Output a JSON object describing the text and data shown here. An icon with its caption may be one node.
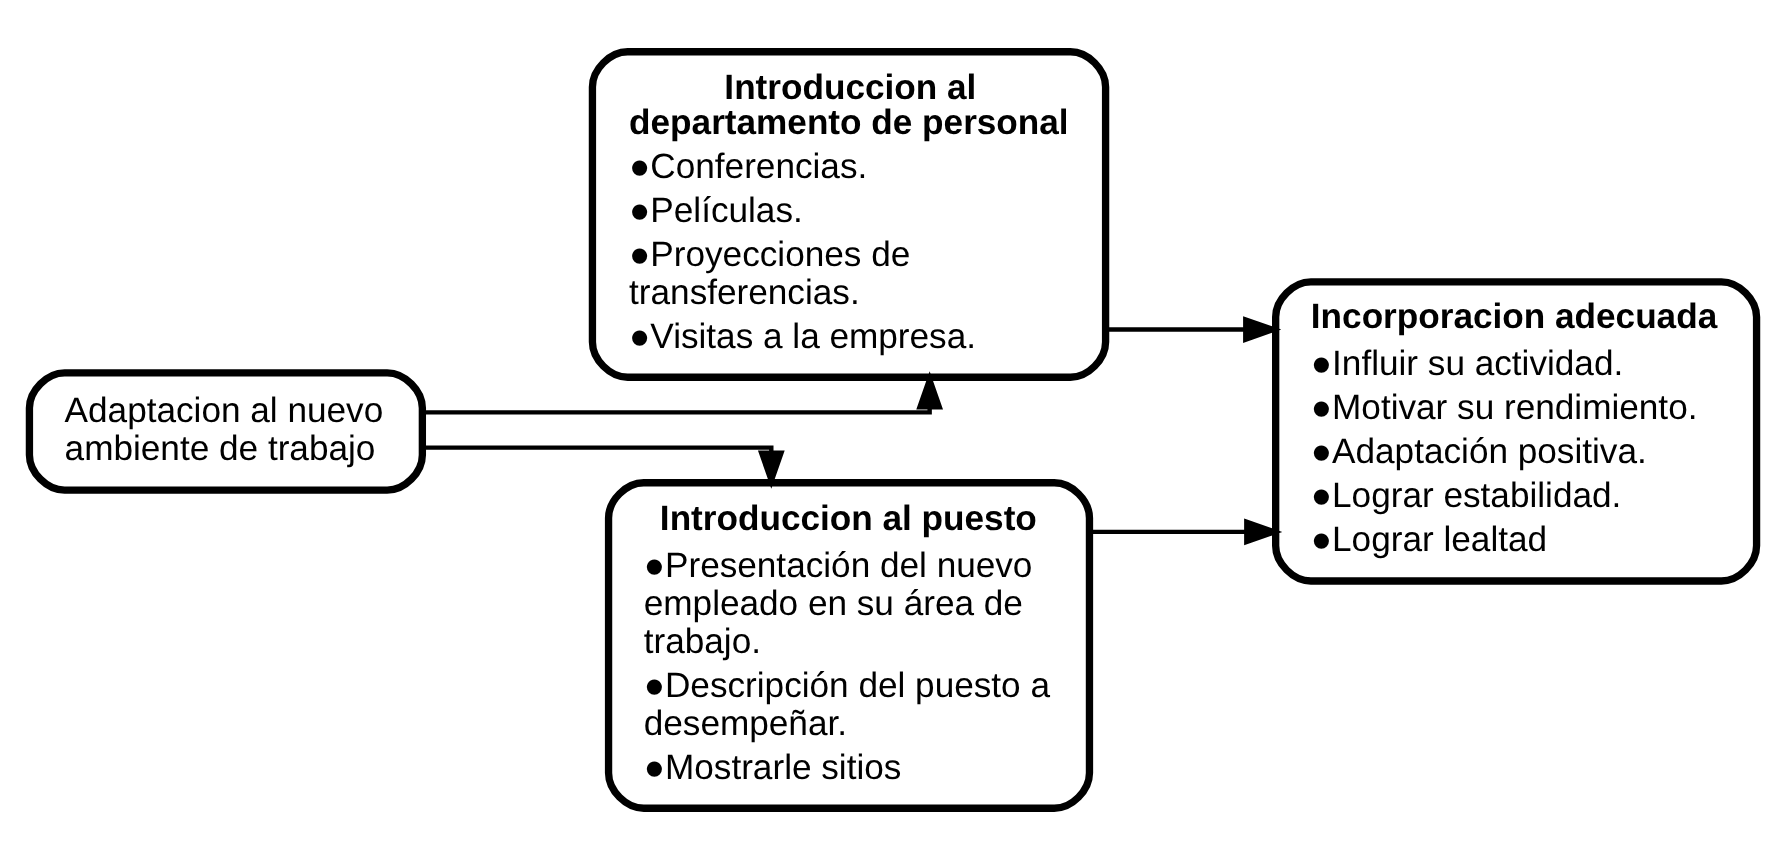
{
  "diagram": {
    "nodes": [
      {
        "text": [
          "Adaptacion al nuevo ambiente de trabajo"
        ]
      },
      {
        "text": [
          "Introduccion al departamento de personal",
          "●Conferencias.",
          "●Películas.",
          "●Proyecciones de transferencias.",
          "●Visitas a la empresa."
        ]
      },
      {
        "text": [
          "Introduccion al puesto",
          "●Presentación del nuevo empleado en su área de trabajo.",
          "●Descripción del puesto a desempeñar.",
          "●Mostrarle sitios"
        ]
      },
      {
        "text": [
          "Incorporacion adecuada",
          "●Influir su actividad.",
          "●Motivar su rendimiento.",
          "●Adaptación positiva.",
          "●Lograr estabilidad.",
          "●Lograr lealtad"
        ]
      }
    ],
    "edges": [
      {
        "from": 0,
        "to": 1,
        "arrow": "to"
      },
      {
        "from": 0,
        "to": 2,
        "arrow": "to"
      },
      {
        "from": 1,
        "to": 3,
        "arrow": "to"
      },
      {
        "from": 2,
        "to": 3,
        "arrow": "to"
      }
    ]
  }
}
